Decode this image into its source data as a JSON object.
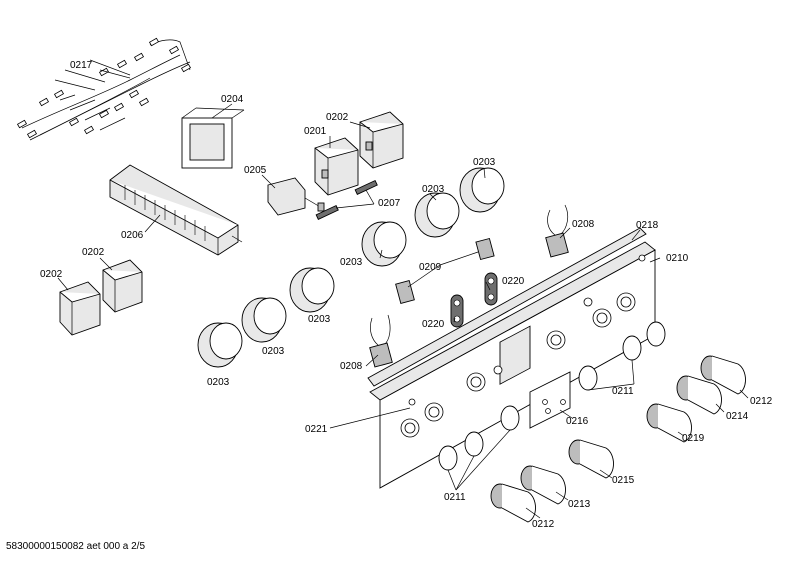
{
  "footer": "58300000150082 aet 000 a 2/5",
  "labels": [
    {
      "id": "l0217",
      "text": "0217"
    },
    {
      "id": "l0204",
      "text": "0204"
    },
    {
      "id": "l0202a",
      "text": "0202"
    },
    {
      "id": "l0201",
      "text": "0201"
    },
    {
      "id": "l0205",
      "text": "0205"
    },
    {
      "id": "l0207",
      "text": "0207"
    },
    {
      "id": "l0206",
      "text": "0206"
    },
    {
      "id": "l0203a",
      "text": "0203"
    },
    {
      "id": "l0203b",
      "text": "0203"
    },
    {
      "id": "l0203c",
      "text": "0203"
    },
    {
      "id": "l0208a",
      "text": "0208"
    },
    {
      "id": "l0218",
      "text": "0218"
    },
    {
      "id": "l0210",
      "text": "0210"
    },
    {
      "id": "l0209",
      "text": "0209"
    },
    {
      "id": "l0220a",
      "text": "0220"
    },
    {
      "id": "l0220b",
      "text": "0220"
    },
    {
      "id": "l0202b",
      "text": "0202"
    },
    {
      "id": "l0202c",
      "text": "0202"
    },
    {
      "id": "l0203d",
      "text": "0203"
    },
    {
      "id": "l0203e",
      "text": "0203"
    },
    {
      "id": "l0203f",
      "text": "0203"
    },
    {
      "id": "l0208b",
      "text": "0208"
    },
    {
      "id": "l0211a",
      "text": "0211"
    },
    {
      "id": "l0212a",
      "text": "0212"
    },
    {
      "id": "l0214",
      "text": "0214"
    },
    {
      "id": "l0219",
      "text": "0219"
    },
    {
      "id": "l0216",
      "text": "0216"
    },
    {
      "id": "l0221",
      "text": "0221"
    },
    {
      "id": "l0215",
      "text": "0215"
    },
    {
      "id": "l0211b",
      "text": "0211"
    },
    {
      "id": "l0213",
      "text": "0213"
    },
    {
      "id": "l0212b",
      "text": "0212"
    }
  ]
}
